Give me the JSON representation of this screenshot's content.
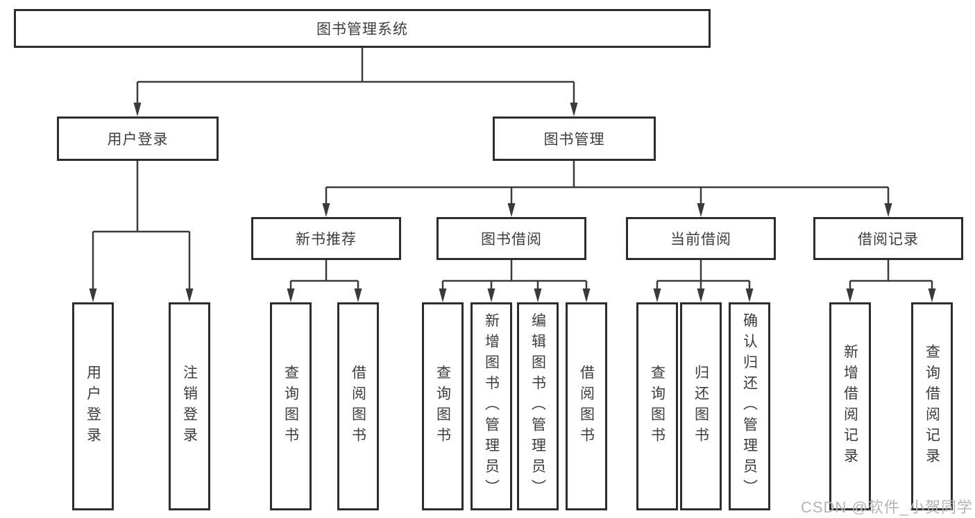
{
  "diagram": {
    "root": {
      "label": "图书管理系统"
    },
    "branches": [
      {
        "label": "用户登录",
        "children": [
          {
            "label": "用户登录"
          },
          {
            "label": "注销登录"
          }
        ]
      },
      {
        "label": "图书管理",
        "children": [
          {
            "label": "新书推荐",
            "children": [
              {
                "label": "查询图书"
              },
              {
                "label": "借阅图书"
              }
            ]
          },
          {
            "label": "图书借阅",
            "children": [
              {
                "label": "查询图书"
              },
              {
                "label": "新增图书（管理员）"
              },
              {
                "label": "编辑图书（管理员）"
              },
              {
                "label": "借阅图书"
              }
            ]
          },
          {
            "label": "当前借阅",
            "children": [
              {
                "label": "查询图书"
              },
              {
                "label": "归还图书"
              },
              {
                "label": "确认归还（管理员）"
              }
            ]
          },
          {
            "label": "借阅记录",
            "children": [
              {
                "label": "新增借阅记录"
              },
              {
                "label": "查询借阅记录"
              }
            ]
          }
        ]
      }
    ],
    "watermark": "CSDN @软件_小贺同学",
    "colors": {
      "line": "#3a3a3a",
      "border": "#2d2d2d",
      "text": "#3c3c3c",
      "watermark": "#b3b3b3",
      "background": "#ffffff"
    }
  }
}
